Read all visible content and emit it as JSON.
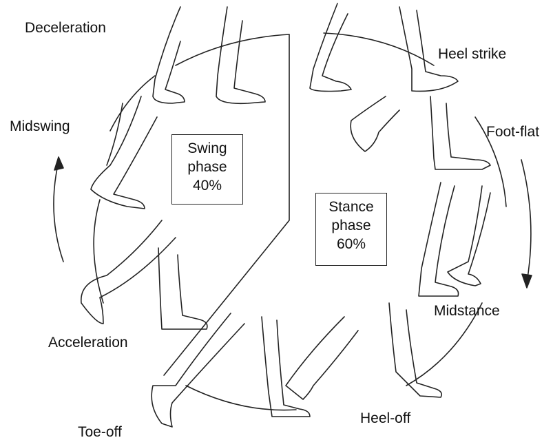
{
  "labels": {
    "deceleration": "Deceleration",
    "heel_strike": "Heel strike",
    "midswing": "Midswing",
    "foot_flat": "Foot-flat",
    "midstance": "Midstance",
    "acceleration": "Acceleration",
    "heel_off": "Heel-off",
    "toe_off": "Toe-off"
  },
  "swing_box": {
    "line1": "Swing",
    "line2": "phase",
    "line3": "40%"
  },
  "stance_box": {
    "line1": "Stance",
    "line2": "phase",
    "line3": "60%"
  },
  "colors": {
    "ink": "#222222",
    "background": "#ffffff"
  }
}
